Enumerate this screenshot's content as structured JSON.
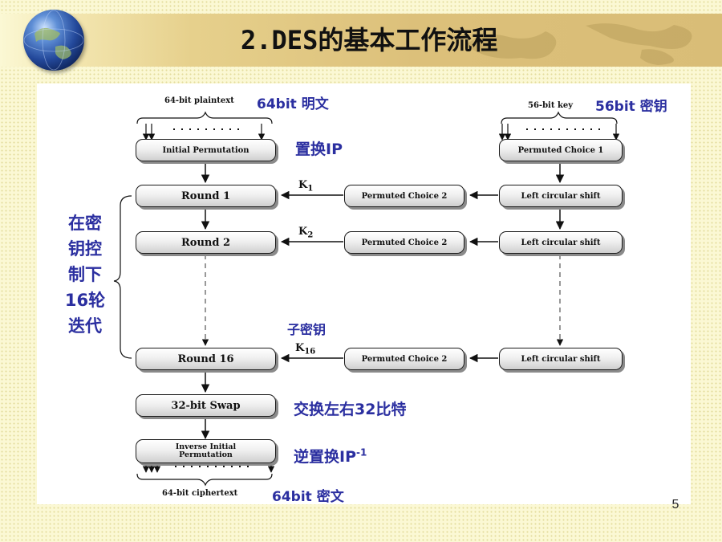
{
  "slide": {
    "title": "2.DES的基本工作流程",
    "page_number": "5"
  },
  "diagram": {
    "left_input": {
      "label": "64-bit plaintext",
      "note": "64bit 明文"
    },
    "right_input": {
      "label": "56-bit key",
      "note": "56bit 密钥"
    },
    "initial_permutation": {
      "label": "Initial Permutation",
      "note": "置换IP"
    },
    "permuted_choice_1": "Permuted Choice 1",
    "rounds": [
      {
        "label": "Round 1",
        "key": "K",
        "key_sub": "1",
        "pc2": "Permuted Choice 2",
        "shift": "Left circular shift"
      },
      {
        "label": "Round 2",
        "key": "K",
        "key_sub": "2",
        "pc2": "Permuted Choice 2",
        "shift": "Left circular shift"
      },
      {
        "label": "Round 16",
        "key": "K",
        "key_sub": "16",
        "pc2": "Permuted Choice 2",
        "shift": "Left circular shift"
      }
    ],
    "subkey_note": "子密钥",
    "side_note": [
      "在密",
      "钥控",
      "制下",
      "16轮",
      "迭代"
    ],
    "swap": {
      "label": "32-bit Swap",
      "note": "交换左右32比特"
    },
    "inverse_ip": {
      "line1": "Inverse Initial",
      "line2": "Permutation",
      "note": "逆置换IP",
      "note_sup": "-1"
    },
    "output": {
      "label": "64-bit ciphertext",
      "note": "64bit 密文"
    }
  },
  "colors": {
    "annotation": "#2b2fa0",
    "title_band": "#dcc07a",
    "background": "#fbf8d4"
  },
  "icons": {
    "logo": "globe-icon"
  }
}
